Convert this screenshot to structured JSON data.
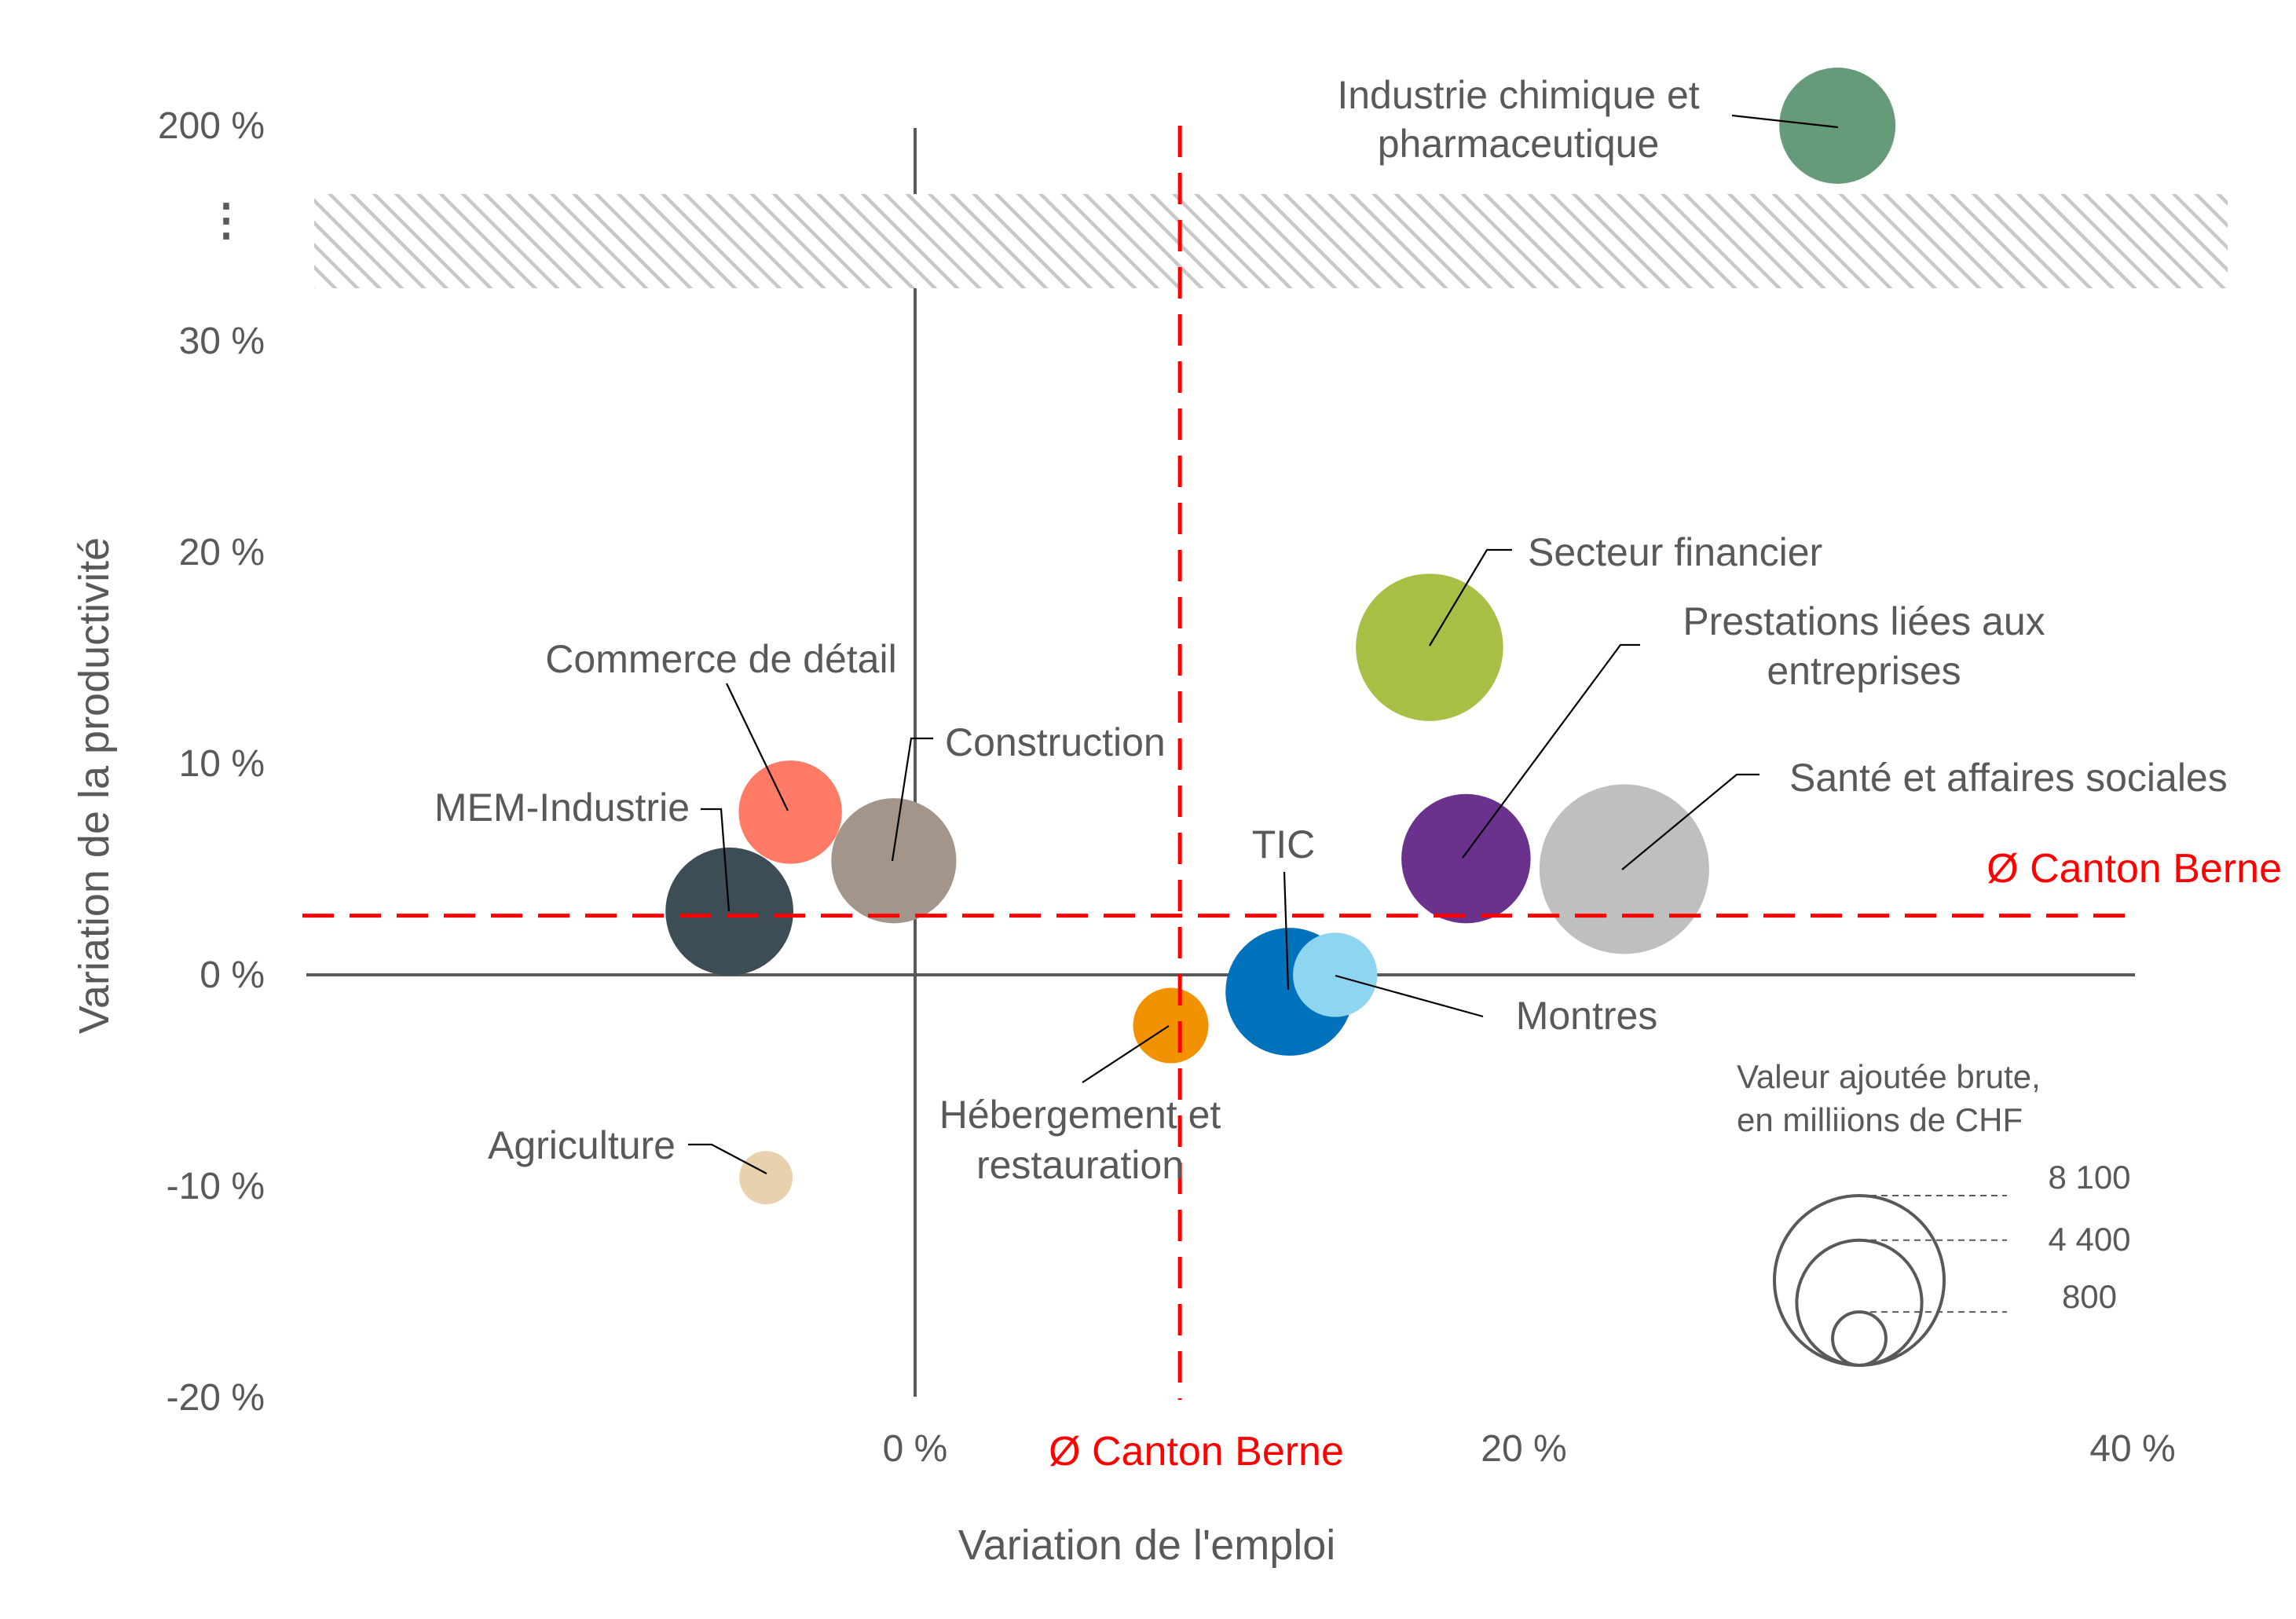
{
  "chart_data": {
    "type": "scatter",
    "subtype": "bubble",
    "title": "",
    "xlabel": "Variation de l'emploi",
    "ylabel": "Variation de la productivité",
    "x_ticks": [
      "0 %",
      "20 %",
      "40 %"
    ],
    "x_tick_values": [
      0,
      20,
      40
    ],
    "y_ticks": [
      "-20 %",
      "-10 %",
      "0 %",
      "10 %",
      "20 %",
      "30 %",
      "200 %"
    ],
    "y_tick_values": [
      -20,
      -10,
      0,
      10,
      20,
      30,
      200
    ],
    "y_axis_break": {
      "from": 30,
      "to": 200,
      "marker": "⋮"
    },
    "xlim": [
      -20,
      40
    ],
    "ylim": [
      -20,
      200
    ],
    "grid": false,
    "average": {
      "label": "Ø Canton Berne",
      "x": 8.7,
      "y": 2.8,
      "color": "#ff0000"
    },
    "series": [
      {
        "name": "Industrie chimique et pharmaceutique",
        "x": 30.3,
        "y": 200,
        "size": 3800,
        "color": "#659b79"
      },
      {
        "name": "Secteur financier",
        "x": 16.9,
        "y": 15.5,
        "size": 6100,
        "color": "#a8bf45"
      },
      {
        "name": "Prestations liées aux entreprises",
        "x": 18.1,
        "y": 5.5,
        "size": 4700,
        "color": "#6a328c"
      },
      {
        "name": "Santé et affaires sociales",
        "x": 23.3,
        "y": 5.0,
        "size": 8100,
        "color": "#bfbfbf"
      },
      {
        "name": "Commerce de détail",
        "x": -4.1,
        "y": 7.7,
        "size": 3000,
        "color": "#ff7b66"
      },
      {
        "name": "Construction",
        "x": -0.7,
        "y": 5.4,
        "size": 4400,
        "color": "#a39589"
      },
      {
        "name": "MEM-Industrie",
        "x": -6.1,
        "y": 3.0,
        "size": 4600,
        "color": "#3d4d56"
      },
      {
        "name": "TIC",
        "x": 12.3,
        "y": -0.8,
        "size": 4600,
        "color": "#0072bc"
      },
      {
        "name": "Montres",
        "x": 13.8,
        "y": 0.0,
        "size": 2000,
        "color": "#8ed5f0"
      },
      {
        "name": "Hébergement et restauration",
        "x": 8.4,
        "y": -2.4,
        "size": 1600,
        "color": "#f39200"
      },
      {
        "name": "Agriculture",
        "x": -4.9,
        "y": -9.6,
        "size": 800,
        "color": "#ead1ae"
      }
    ],
    "legend": {
      "title": "Valeur ajoutée brute, en milliions de CHF",
      "placement": "bottom-right",
      "sizes": [
        "8 100",
        "4 400",
        "800"
      ],
      "size_values": [
        8100,
        4400,
        800
      ]
    }
  }
}
